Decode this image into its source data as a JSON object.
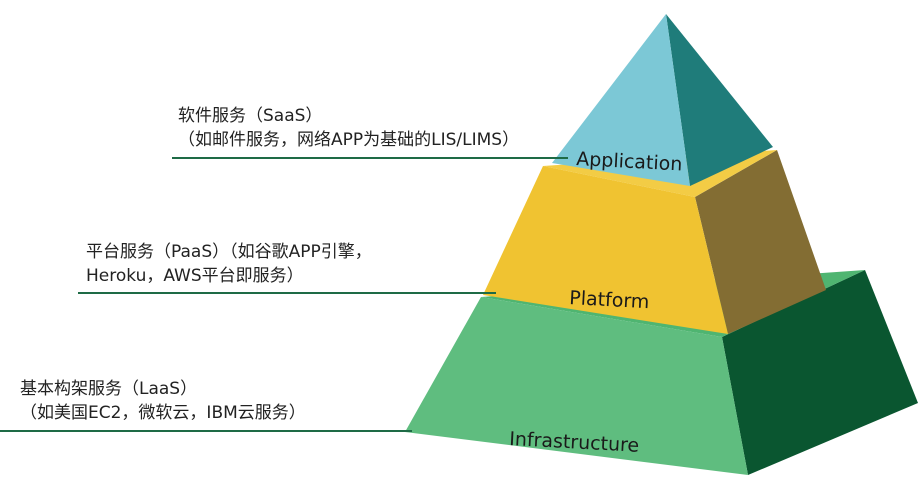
{
  "layers": {
    "application": {
      "name": "Application",
      "description": [
        "软件服务（SaaS）",
        "（如邮件服务，网络APP为基础的LIS/LIMS）"
      ],
      "front_color": "#7cc8d6",
      "side_color": "#1f7c7a"
    },
    "platform": {
      "name": "Platform",
      "description": [
        "平台服务（PaaS）（如谷歌APP引擎，",
        "Heroku，AWS平台即服务）"
      ],
      "front_color": "#f0c331",
      "side_color": "#836d33",
      "top_color": "#f3cc45"
    },
    "infrastructure": {
      "name": "Infrastructure",
      "description": [
        "基本构架服务（LaaS）",
        "（如美国EC2，微软云，IBM云服务）"
      ],
      "front_color": "#5fbd7f",
      "side_color": "#0a5630",
      "top_color": "#4fb571"
    }
  },
  "leader_color": "#1e6b46"
}
